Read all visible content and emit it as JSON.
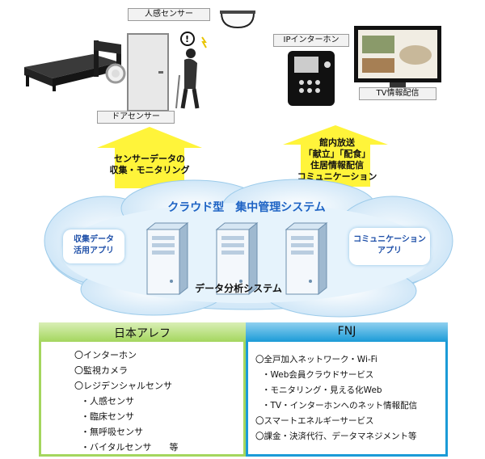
{
  "devices": {
    "motion_sensor": "人感センサー",
    "door_sensor": "ドアセンサー",
    "ip_intercom": "IPインターホン",
    "tv_info": "TV情報配信"
  },
  "arrows": {
    "left_lines": [
      "センサーデータの",
      "収集・モニタリング"
    ],
    "right_lines": [
      "館内放送",
      "「献立」「配食」",
      "住居情報配信",
      "コミュニケーション"
    ]
  },
  "cloud": {
    "title": "クラウド型　集中管理システム",
    "left_app_lines": [
      "収集データ",
      "活用アプリ"
    ],
    "right_app_lines": [
      "コミュニケーション",
      "アプリ"
    ],
    "analysis": "データ分析システム"
  },
  "panels": {
    "left": {
      "title": "日本アレフ",
      "items": [
        "〇インターホン",
        "〇監視カメラ",
        "〇レジデンシャルセンサ",
        "・人感センサ",
        "・臨床センサ",
        "・無呼吸センサ",
        "・バイタルセンサ　　等"
      ]
    },
    "right": {
      "title": "FNJ",
      "items": [
        "〇全戸加入ネットワーク・Wi-Fi",
        "・Web会員クラウドサービス",
        "・モニタリング・見える化Web",
        "・TV・インターホンへのネット情報配信",
        "〇スマートエネルギーサービス",
        "〇課金・決済代行、データマネジメント等"
      ]
    }
  },
  "colors": {
    "left_panel_border": "#a4d65e",
    "right_panel_border": "#1b9bd7",
    "arrow_fill": "#fff43a",
    "cloud_fill": "#d9ecf9",
    "cloud_title": "#1e63c4"
  }
}
